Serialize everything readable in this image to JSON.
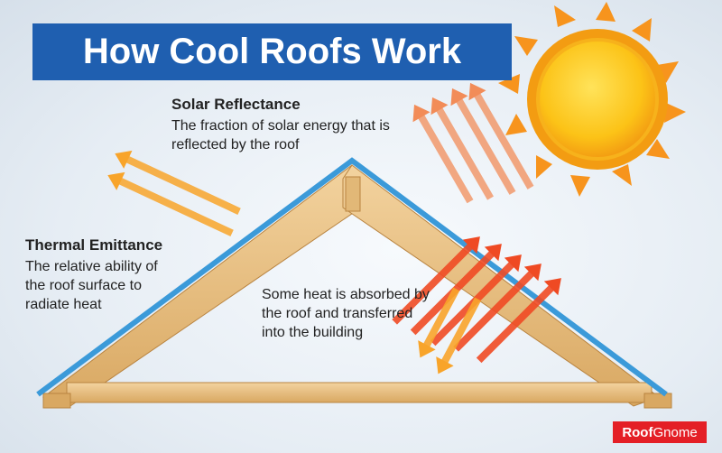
{
  "title": "How Cool Roofs Work",
  "solar_reflectance": {
    "heading": "Solar Reflectance",
    "description_line1": "The fraction of solar energy that is",
    "description_line2": "reflected by the roof"
  },
  "thermal_emittance": {
    "heading": "Thermal Emittance",
    "description_line1": "The relative ability of",
    "description_line2": "the roof surface to",
    "description_line3": "radiate heat"
  },
  "absorption": {
    "line1": "Some heat is absorbed by",
    "line2": "the roof and transferred",
    "line3": "into the building"
  },
  "brand": {
    "bold": "Roof",
    "regular": "Gnome"
  },
  "colors": {
    "banner": "#1f5fb0",
    "roof_membrane": "#3b9ad9",
    "beam": "#e9c07e",
    "incoming_ray": "#ef4a23",
    "reflected_ray": "#f28c58",
    "emitted_heat": "#f8a42a",
    "sun": "#fcc317",
    "brand_badge": "#e41f26"
  }
}
